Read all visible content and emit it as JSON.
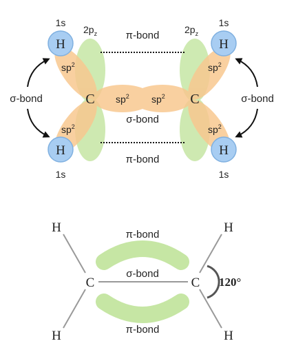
{
  "colors": {
    "sp2_orbital": "#f8c890",
    "p_orbital": "#c6e6a4",
    "hydrogen_fill": "#a8cdf2",
    "hydrogen_stroke": "#7fb0e0",
    "bond_line": "#999999",
    "angle_arc": "#555555",
    "text": "#222222"
  },
  "top_diagram": {
    "carbon_left": "C",
    "carbon_right": "C",
    "hydrogen": "H",
    "h_tl_orbital": "1s",
    "h_tr_orbital": "1s",
    "h_bl_orbital": "1s",
    "h_br_orbital": "1s",
    "p_orbital_left": "2p",
    "p_orbital_right": "2p",
    "p_subscript": "z",
    "sp2_base": "sp",
    "sp2_sup": "2",
    "pi_bond_top": "π-bond",
    "pi_bond_bottom": "π-bond",
    "sigma_bond_center": "σ-bond",
    "sigma_bond_left": "σ-bond",
    "sigma_bond_right": "σ-bond"
  },
  "bottom_diagram": {
    "carbon_left": "C",
    "carbon_right": "C",
    "hydrogen": "H",
    "pi_bond_top": "π-bond",
    "pi_bond_bottom": "π-bond",
    "sigma_bond": "σ-bond",
    "bond_angle": "120°"
  }
}
